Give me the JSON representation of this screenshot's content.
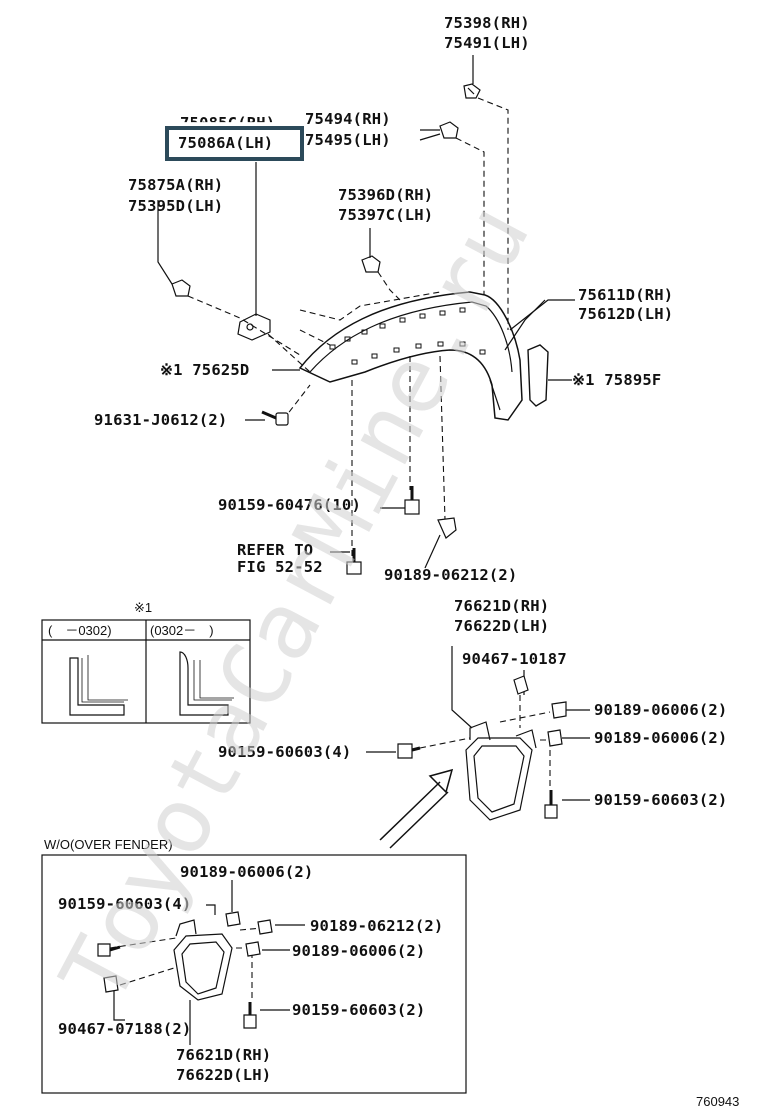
{
  "watermark": "ToyotaCarMine.ru",
  "figure_id": "760943",
  "section_label": "W/O(OVER FENDER)",
  "note_table": {
    "marker": "※1",
    "col1": "(　－0302)",
    "col2": "(0302－　)"
  },
  "labels": {
    "p75398": "75398(RH)",
    "p75491": "75491(LH)",
    "p75085": "75085C(RH)",
    "p75086": "75086A(LH)",
    "p75494": "75494(RH)",
    "p75495": "75495(LH)",
    "p75875": "75875A(RH)",
    "p75395": "75395D(LH)",
    "p75396": "75396D(RH)",
    "p75397": "75397C(LH)",
    "p75611": "75611D(RH)",
    "p75612": "75612D(LH)",
    "p75625": "※1 75625D",
    "p75895": "※1 75895F",
    "p91631": "91631-J0612(2)",
    "p90159_10": "90159-60476(10)",
    "refer1": "REFER TO",
    "refer2": "FIG 52-52",
    "p90189_06212": "90189-06212(2)",
    "p76621": "76621D(RH)",
    "p76622": "76622D(LH)",
    "p90467_10187": "90467-10187",
    "p90189_06006_a": "90189-06006(2)",
    "p90189_06006_b": "90189-06006(2)",
    "p90159_60603_4": "90159-60603(4)",
    "p90159_60603_2": "90159-60603(2)",
    "b_p90189_06006_top": "90189-06006(2)",
    "b_p90159_60603_4": "90159-60603(4)",
    "b_p90189_06212": "90189-06212(2)",
    "b_p90189_06006_mid": "90189-06006(2)",
    "b_p90159_60603_2": "90159-60603(2)",
    "b_p90467_07188": "90467-07188(2)",
    "b_p76621": "76621D(RH)",
    "b_p76622": "76622D(LH)"
  },
  "colors": {
    "line": "#111111",
    "highlight": "#2c4a5a",
    "watermark": "#d0d0d0"
  }
}
